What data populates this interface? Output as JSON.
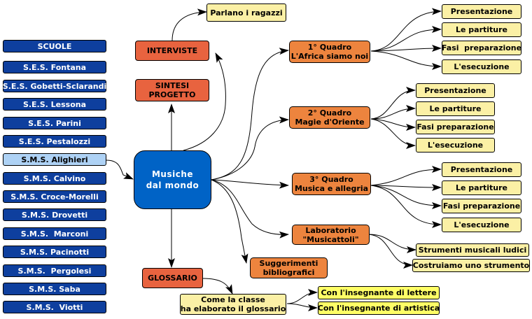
{
  "colors": {
    "school_bg": "#0e3f9e",
    "school_selected_bg": "#aed2f5",
    "center_bg": "#0063c6",
    "section_bg": "#e8633f",
    "quadro_bg": "#ed843e",
    "leaf_bg": "#fbf0a5",
    "highlight_leaf_bg": "#ffff66"
  },
  "schools": {
    "header": "SCUOLE",
    "items": [
      "S.E.S. Fontana",
      "S.E.S. Gobetti-Sclarandi",
      "S.E.S. Lessona",
      "S.E.S. Parini",
      "S.E.S. Pestalozzi",
      "S.M.S. Alighieri",
      "S.M.S. Calvino",
      "S.M.S. Croce-Morelli",
      "S.M.S. Drovetti",
      "S.M.S.  Marconi",
      "S.M.S. Pacinotti",
      "S.M.S.  Pergolesi",
      "S.M.S. Saba",
      "S.M.S.  Viotti"
    ],
    "selected": "S.M.S. Alighieri"
  },
  "center": {
    "line1": "Musiche",
    "line2": "dal mondo"
  },
  "sections": {
    "interviste": "INTERVISTE",
    "parlano": "Parlano i ragazzi",
    "sintesi_1": "SINTESI",
    "sintesi_2": "PROGETTO",
    "glossario": "GLOSSARIO",
    "come_1": "Come la classe",
    "come_2": "ha elaborato il glossario",
    "lettere": "Con l'insegnante di lettere",
    "artistica": "Con l'insegnante di artistica",
    "suggerimenti_1": "Suggerimenti",
    "suggerimenti_2": "bibliografici"
  },
  "quadri": [
    {
      "line1": "1° Quadro",
      "line2": "L'Africa siamo noi",
      "children": [
        "Presentazione",
        "Le partiture",
        "Fasi  preparazione",
        "L'esecuzione"
      ]
    },
    {
      "line1": "2° Quadro",
      "line2": "Magie d'Oriente",
      "children": [
        "Presentazione",
        "Le partiture",
        "Fasi preparazione",
        "L'esecuzione"
      ]
    },
    {
      "line1": "3° Quadro",
      "line2": "Musica e allegria",
      "children": [
        "Presentazione",
        "Le partiture",
        "Fasi preparazione",
        "L'esecuzione"
      ]
    }
  ],
  "laboratorio": {
    "line1": "Laboratorio",
    "line2": "\"Musicattoli\"",
    "children": [
      "Strumenti musicali ludici",
      "Costruiamo uno strumento"
    ]
  }
}
